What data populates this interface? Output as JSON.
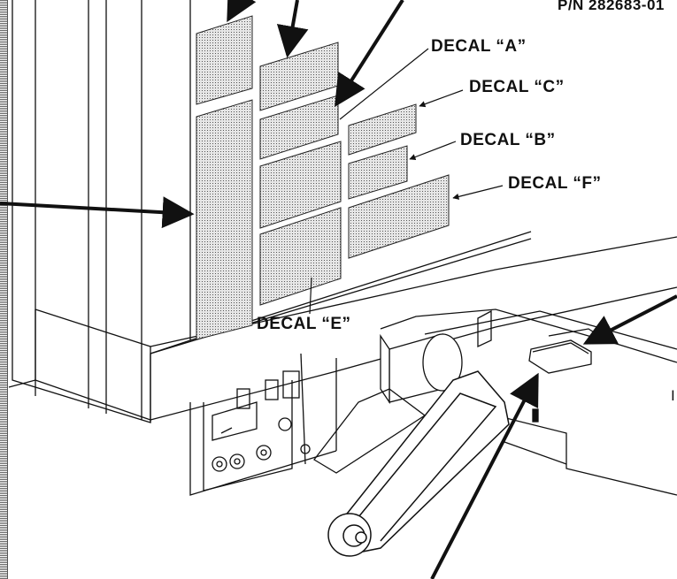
{
  "part_number": "P/N 282683-01",
  "decals": {
    "a": "DECAL “A”",
    "b": "DECAL “B”",
    "c": "DECAL “C”",
    "e": "DECAL “E”",
    "f": "DECAL “F”"
  },
  "right_edge_fragment": "I",
  "colors": {
    "line": "#111111",
    "decal_fill": "#d9d9d9",
    "background": "#ffffff"
  }
}
